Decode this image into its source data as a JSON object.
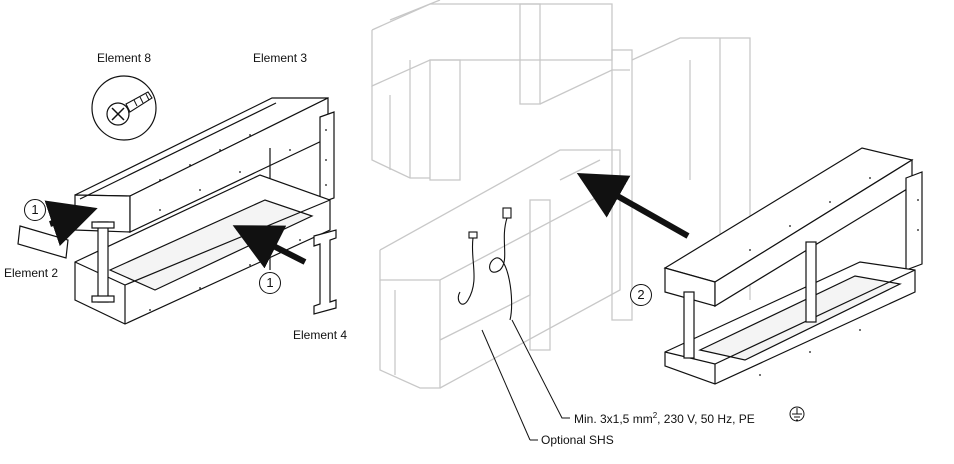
{
  "labels": {
    "element8": "Element 8",
    "element3": "Element 3",
    "element2": "Element 2",
    "element4": "Element 4",
    "optional_shs": "Optional SHS",
    "power_spec_prefix": "Min. 3x1,5 mm",
    "power_spec_sup": "2",
    "power_spec_suffix": ", 230 V, 50 Hz,  PE"
  },
  "steps": {
    "step1_left": "1",
    "step1_middle": "1",
    "step2": "2"
  },
  "colors": {
    "ink": "#111111",
    "wall_frame": "#c8c8c8"
  }
}
